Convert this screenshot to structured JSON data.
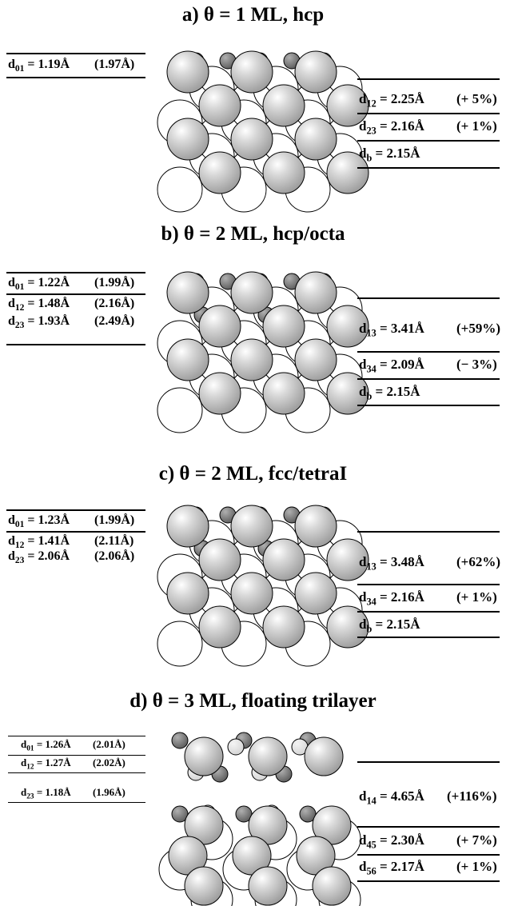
{
  "panels": [
    {
      "title": "a)  θ = 1 ML,  hcp",
      "left": [
        {
          "sym": "d",
          "sub": "01",
          "eq": " = 1.19Å",
          "pct": "(1.97Å)"
        }
      ],
      "right": [
        {
          "sym": "d",
          "sub": "12",
          "eq": " = 2.25Å",
          "pct": "(+ 5%)"
        },
        {
          "sym": "d",
          "sub": "23",
          "eq": " = 2.16Å",
          "pct": "(+ 1%)"
        },
        {
          "sym": "d",
          "sub": "b",
          "eq": "  = 2.15Å",
          "pct": ""
        }
      ]
    },
    {
      "title": "b)  θ = 2 ML,  hcp/octa",
      "left": [
        {
          "sym": "d",
          "sub": "01",
          "eq": " = 1.22Å",
          "pct": "(1.99Å)"
        },
        {
          "sym": "d",
          "sub": "12",
          "eq": " = 1.48Å",
          "pct": "(2.16Å)"
        },
        {
          "sym": "d",
          "sub": "23",
          "eq": " = 1.93Å",
          "pct": "(2.49Å)"
        }
      ],
      "right": [
        {
          "sym": "d",
          "sub": "13",
          "eq": " = 3.41Å",
          "pct": "(+59%)"
        },
        {
          "sym": "d",
          "sub": "34",
          "eq": " = 2.09Å",
          "pct": "(− 3%)"
        },
        {
          "sym": "d",
          "sub": "b",
          "eq": "  = 2.15Å",
          "pct": ""
        }
      ]
    },
    {
      "title": "c)  θ = 2 ML,  fcc/tetraI",
      "left": [
        {
          "sym": "d",
          "sub": "01",
          "eq": " = 1.23Å",
          "pct": "(1.99Å)"
        },
        {
          "sym": "d",
          "sub": "12",
          "eq": " = 1.41Å",
          "pct": "(2.11Å)"
        },
        {
          "sym": "d",
          "sub": "23",
          "eq": " = 2.06Å",
          "pct": "(2.06Å)"
        }
      ],
      "right": [
        {
          "sym": "d",
          "sub": "13",
          "eq": " = 3.48Å",
          "pct": "(+62%)"
        },
        {
          "sym": "d",
          "sub": "34",
          "eq": " = 2.16Å",
          "pct": "(+ 1%)"
        },
        {
          "sym": "d",
          "sub": "b",
          "eq": "  = 2.15Å",
          "pct": ""
        }
      ]
    },
    {
      "title": "d)  θ = 3 ML, floating trilayer",
      "left": [
        {
          "sym": "d",
          "sub": "01",
          "eq": " = 1.26Å",
          "pct": "(2.01Å)"
        },
        {
          "sym": "d",
          "sub": "12",
          "eq": " = 1.27Å",
          "pct": "(2.02Å)"
        },
        {
          "sym": "d",
          "sub": "23",
          "eq": " = 1.18Å",
          "pct": "(1.96Å)"
        }
      ],
      "right": [
        {
          "sym": "d",
          "sub": "14",
          "eq": " = 4.65Å",
          "pct": "(+116%)"
        },
        {
          "sym": "d",
          "sub": "45",
          "eq": " = 2.30Å",
          "pct": "(+ 7%)"
        },
        {
          "sym": "d",
          "sub": "56",
          "eq": " = 2.17Å",
          "pct": "(+ 1%)"
        }
      ]
    }
  ],
  "colors": {
    "large_atom": "#9a9a9a",
    "small_dark": "#5a5a5a",
    "small_light": "#d4d4d4",
    "open_circle": "#ffffff",
    "line": "#000000"
  }
}
